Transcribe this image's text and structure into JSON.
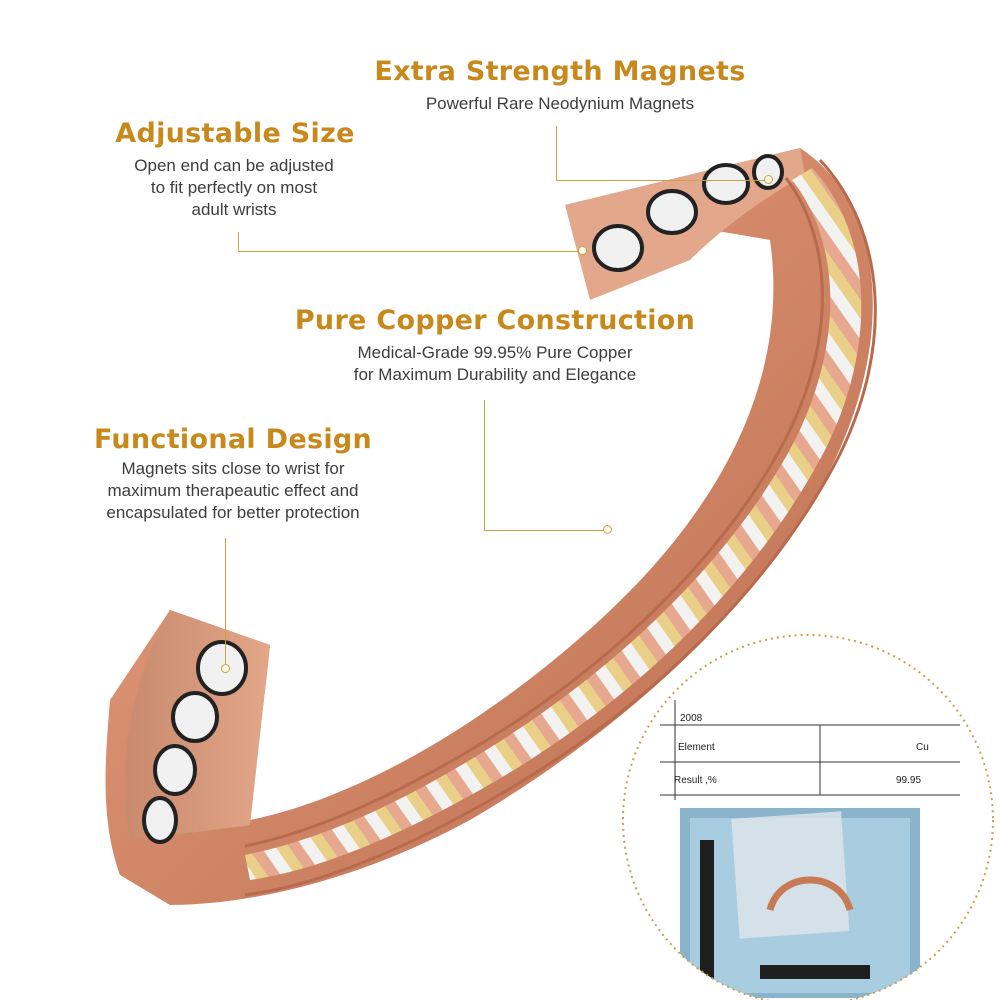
{
  "callouts": {
    "extra_strength": {
      "title": "Extra Strength Magnets",
      "description": "Powerful Rare Neodynium Magnets"
    },
    "adjustable_size": {
      "title": "Adjustable Size",
      "description": "Open end can be adjusted\nto fit perfectly on most\nadult  wrists"
    },
    "pure_copper": {
      "title": "Pure Copper Construction",
      "description": "Medical-Grade 99.95% Pure Copper\nfor Maximum Durability and Elegance"
    },
    "functional_design": {
      "title": "Functional Design",
      "description": "Magnets sits close to wrist for\nmaximum therapeautic effect and\nencapsulated for better protection"
    }
  },
  "certificate": {
    "year": "2008",
    "element_label": "Element",
    "element_value": "Cu",
    "result_label": "Result ,%",
    "result_value": "99.95"
  },
  "colors": {
    "accent": "#c8891c",
    "copper": "#d88f70",
    "leader_line": "#c9a24a"
  }
}
